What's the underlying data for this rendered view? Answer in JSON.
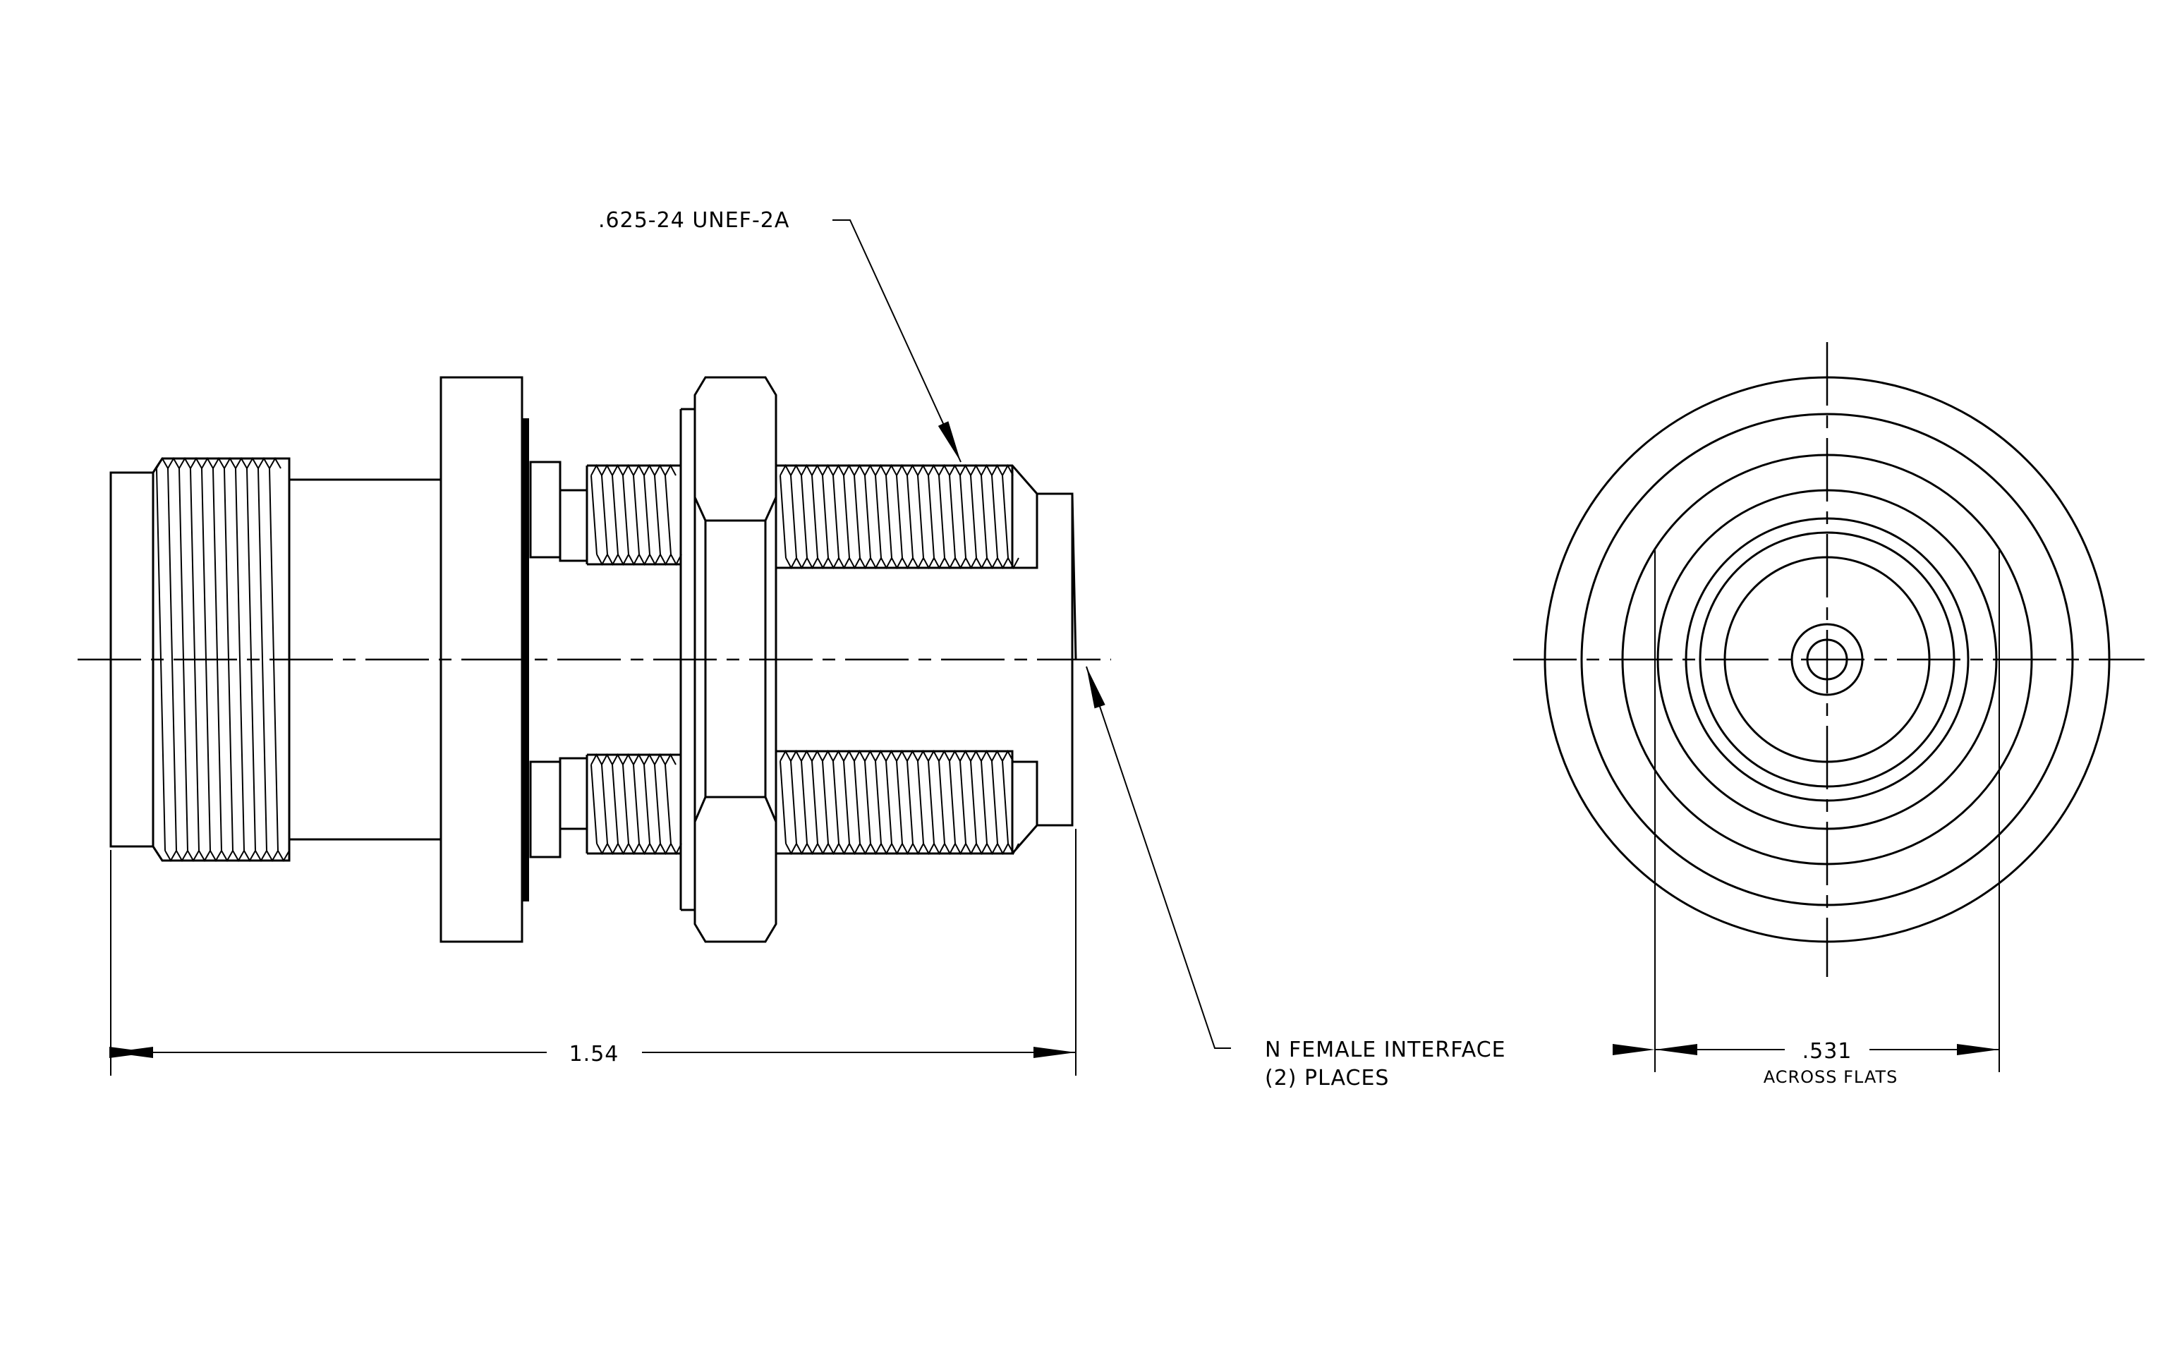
{
  "drawing": {
    "callouts": {
      "thread_spec": ".625-24 UNEF-2A",
      "interface_line1": "N FEMALE INTERFACE",
      "interface_line2": "(2)  PLACES"
    },
    "dimensions": {
      "overall_length": "1.54",
      "hex_size": ".531",
      "hex_note": "ACROSS FLATS"
    }
  }
}
